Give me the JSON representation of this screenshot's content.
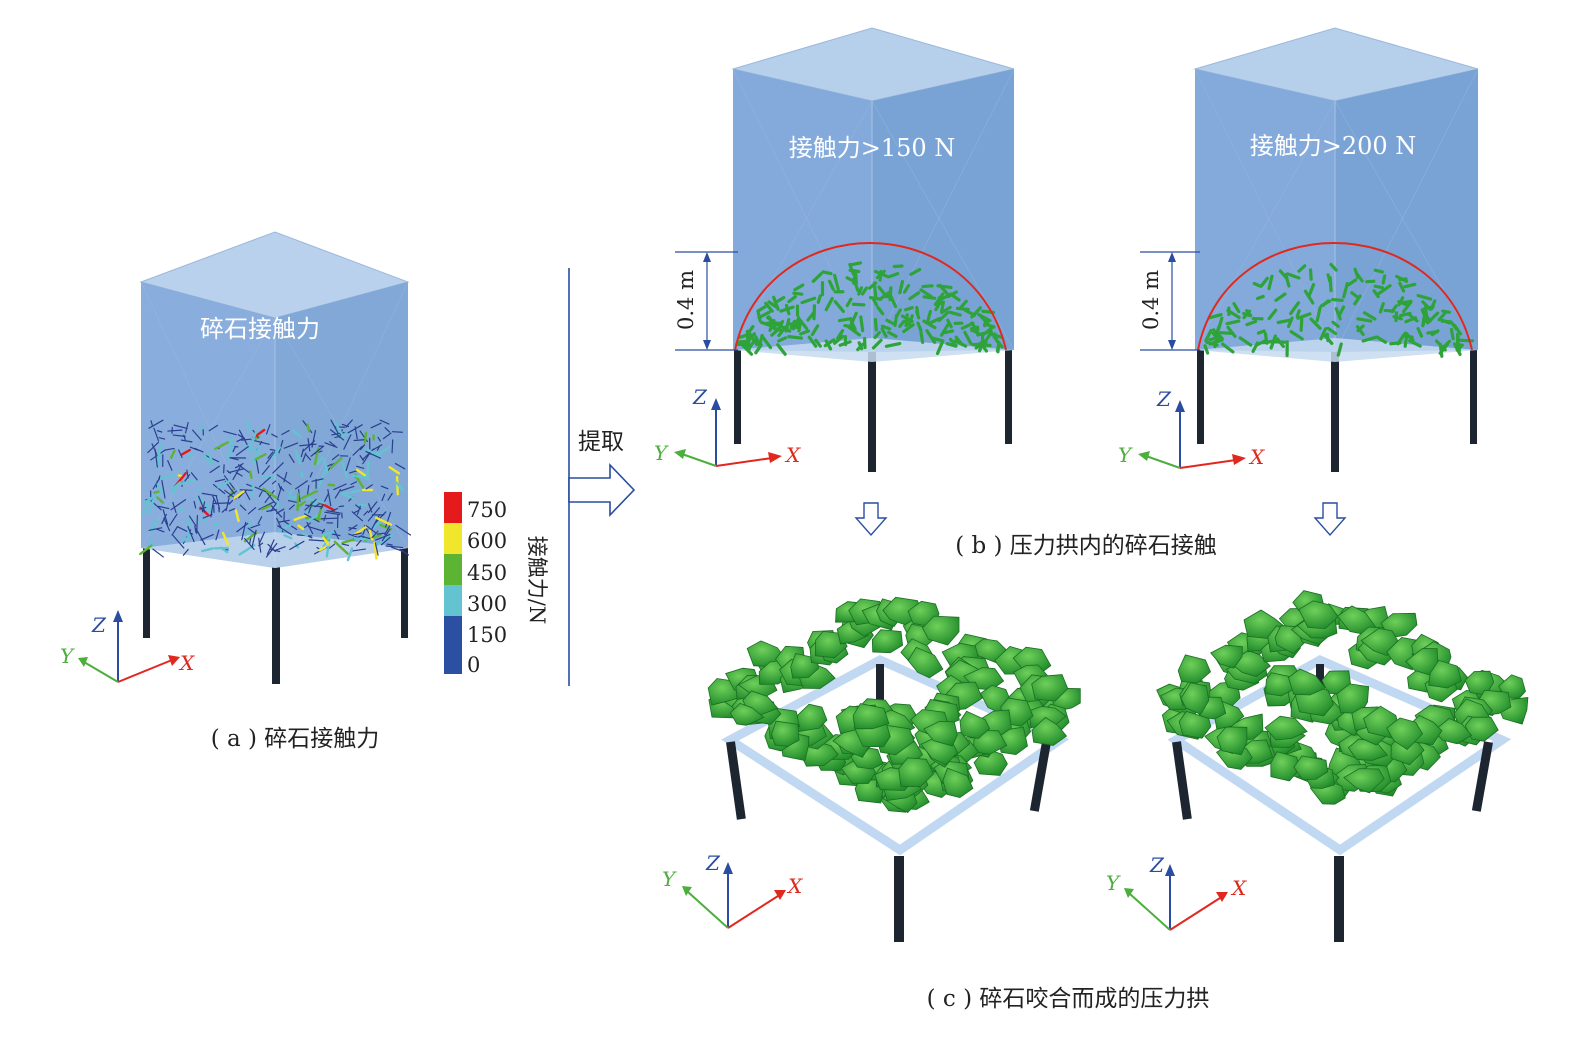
{
  "panel_a": {
    "inner_label": "碎石接触力",
    "caption": "( a ) 碎石接触力",
    "legend": {
      "title": "接触力/N",
      "ticks": [
        "750",
        "600",
        "450",
        "300",
        "150",
        "0"
      ],
      "colors": [
        "#e41a1c",
        "#f0e62c",
        "#5db332",
        "#63c3d0",
        "#2b50a1"
      ]
    }
  },
  "extract_label": "提取",
  "panel_b": {
    "left_label": "接触力>150 N",
    "right_label": "接触力>200 N",
    "height_label": "0.4 m",
    "caption": "( b ) 压力拱内的碎石接触"
  },
  "panel_c": {
    "caption": "( c ) 碎石咬合而成的压力拱"
  },
  "axes": {
    "x": "X",
    "y": "Y",
    "z": "Z"
  },
  "colors": {
    "box_fill": "#7fa8d8",
    "box_top": "#b6cfeb",
    "arch_curve": "#e0281e",
    "particle_green": "#2ea33a",
    "leg": "#1d2630",
    "axis_x": "#e0281e",
    "axis_y": "#4cae3c",
    "axis_z": "#2a4da1"
  }
}
